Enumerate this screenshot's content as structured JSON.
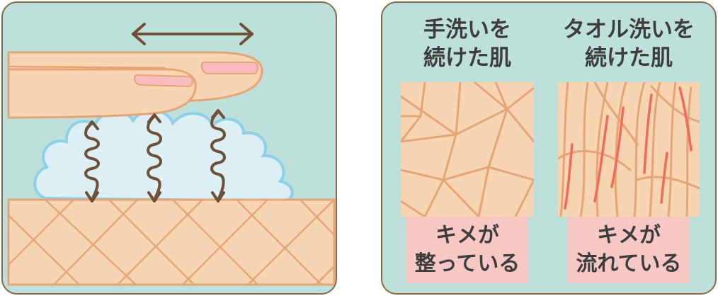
{
  "illustration": {
    "colors": {
      "panel_bg": "#bde0da",
      "panel_border": "#8a6a48",
      "skin": "#f7d5b2",
      "skin_line": "#e5a478",
      "foam": "#ddeef4",
      "foam_outline": "#8ccfe6",
      "arrow": "#6e5038",
      "nail": "#f6bcc0",
      "damage_line": "#f06c5a",
      "caption_bg": "#f7c8c4",
      "text": "#3d3d3d"
    }
  },
  "comparison": {
    "hand_wash": {
      "heading": [
        "手洗いを",
        "続けた肌"
      ],
      "caption": [
        "キメが",
        "整っている"
      ]
    },
    "towel_wash": {
      "heading": [
        "タオル洗いを",
        "続けた肌"
      ],
      "caption": [
        "キメが",
        "流れている"
      ]
    }
  }
}
